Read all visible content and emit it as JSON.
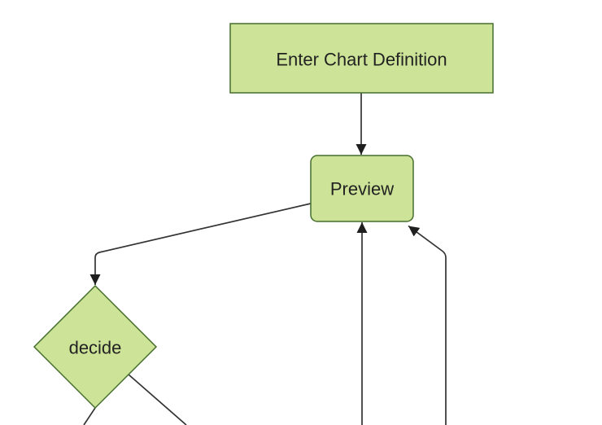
{
  "diagram": {
    "type": "flowchart",
    "orientation": "top-down",
    "theme_colors": {
      "background": "#ffffff",
      "node_fill": "#cde498",
      "node_border": "#466f2d",
      "edge_line": "#333333",
      "arrowhead": "#1f1f1f",
      "label_text": "#222222"
    },
    "nodes": [
      {
        "id": "enter-chart-definition",
        "label": "Enter Chart Definition",
        "shape": "rectangle"
      },
      {
        "id": "preview",
        "label": "Preview",
        "shape": "rounded-rectangle"
      },
      {
        "id": "decide",
        "label": "decide",
        "shape": "diamond"
      }
    ],
    "edges": [
      {
        "from": "enter-chart-definition",
        "to": "preview",
        "arrow": true
      },
      {
        "from": "preview",
        "to": "decide",
        "arrow": true
      },
      {
        "from": "offscreen-bottom-node-1",
        "to": "preview",
        "arrow": true
      },
      {
        "from": "offscreen-bottom-node-2",
        "to": "preview",
        "arrow": true
      },
      {
        "from": "decide",
        "to": "offscreen-bottom-left",
        "arrow": false
      },
      {
        "from": "decide",
        "to": "offscreen-bottom-right",
        "arrow": false
      }
    ]
  }
}
